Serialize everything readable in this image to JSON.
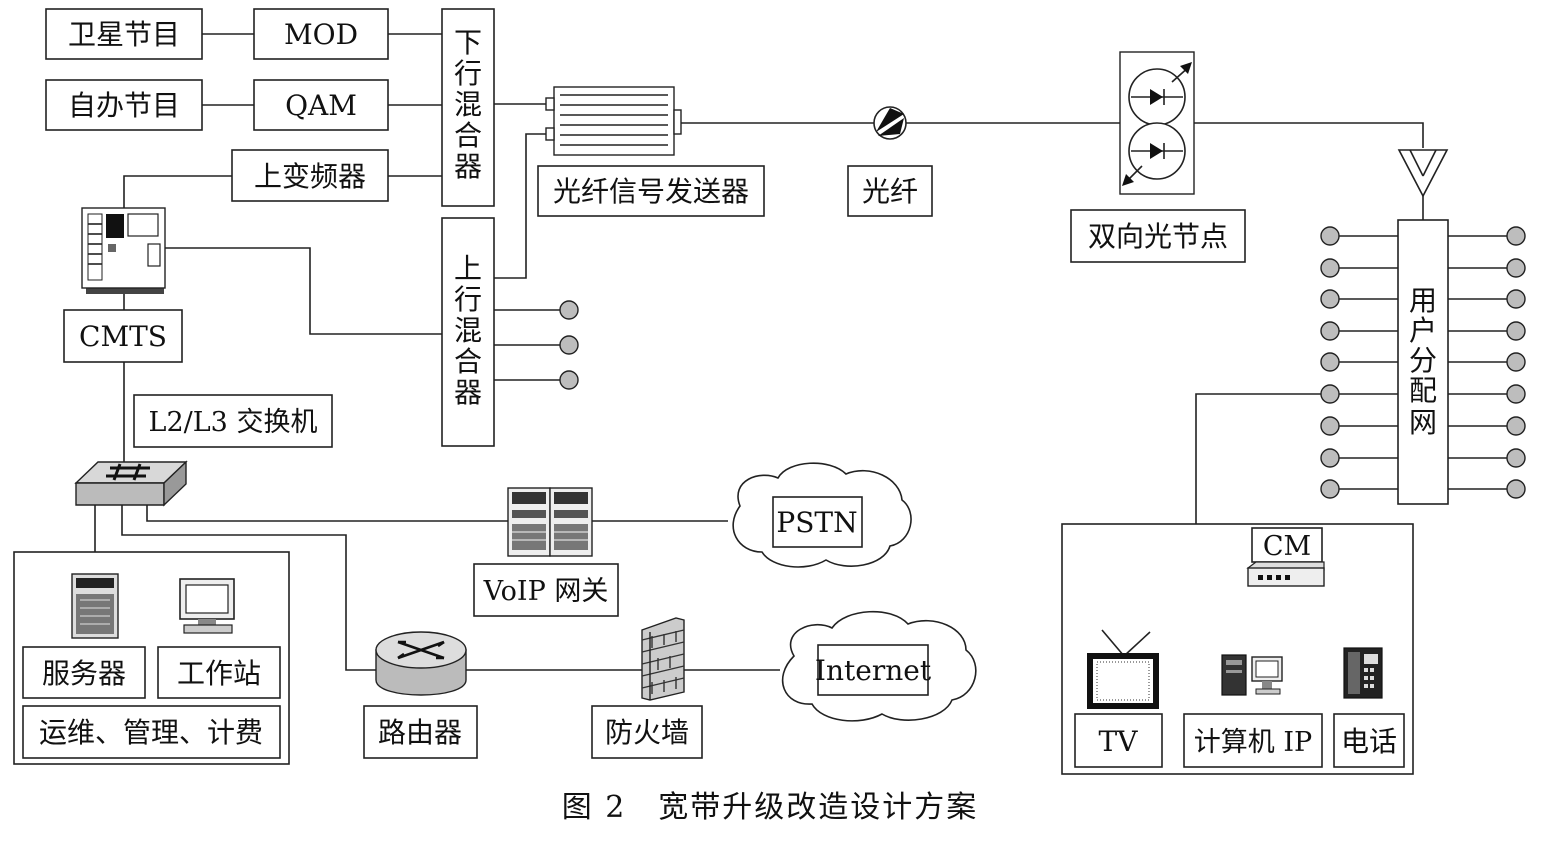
{
  "labels": {
    "sat": "卫星节目",
    "own": "自办节目",
    "mod": "MOD",
    "qam": "QAM",
    "upconv": "上变频器",
    "down_mixer": [
      "下",
      "行",
      "混",
      "合",
      "器"
    ],
    "up_mixer": [
      "上",
      "行",
      "混",
      "合",
      "器"
    ],
    "tx": "光纤信号发送器",
    "fiber": "光纤",
    "node": "双向光节点",
    "dist": [
      "用",
      "户",
      "分",
      "配",
      "网"
    ],
    "cmts": "CMTS",
    "switch": "L2/L3 交换机",
    "voip": "VoIP 网关",
    "pstn": "PSTN",
    "server": "服务器",
    "ws": "工作站",
    "ops": "运维、管理、计费",
    "router": "路由器",
    "firewall": "防火墙",
    "internet": "Internet",
    "cm": "CM",
    "tv": "TV",
    "pc": "计算机 IP",
    "phone": "电话"
  },
  "caption": "图 2　宽带升级改造设计方案",
  "icons": [
    "cmts-device-icon",
    "switch-icon",
    "voip-gateway-icon",
    "server-icon",
    "workstation-icon",
    "router-icon",
    "firewall-icon",
    "optical-transmitter-icon",
    "fiber-connector-icon",
    "optical-node-icon",
    "amplifier-icon",
    "cable-modem-icon",
    "tv-icon",
    "computer-icon",
    "phone-icon",
    "cloud-icon"
  ]
}
